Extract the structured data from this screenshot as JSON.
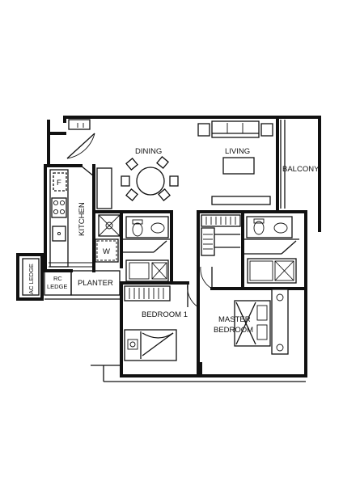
{
  "rooms": {
    "dining": "DINING",
    "living": "LIVING",
    "balcony": "BALCONY",
    "kitchen": "KITCHEN",
    "bedroom1": "BEDROOM 1",
    "master_line1": "MASTER",
    "master_line2": "BEDROOM",
    "planter": "PLANTER",
    "rc_line1": "RC",
    "rc_line2": "LEDGE",
    "ac_ledge": "AC LEDGE",
    "fridge": "F",
    "washer": "W"
  },
  "colors": {
    "ink": "#111111",
    "paper": "#ffffff"
  }
}
